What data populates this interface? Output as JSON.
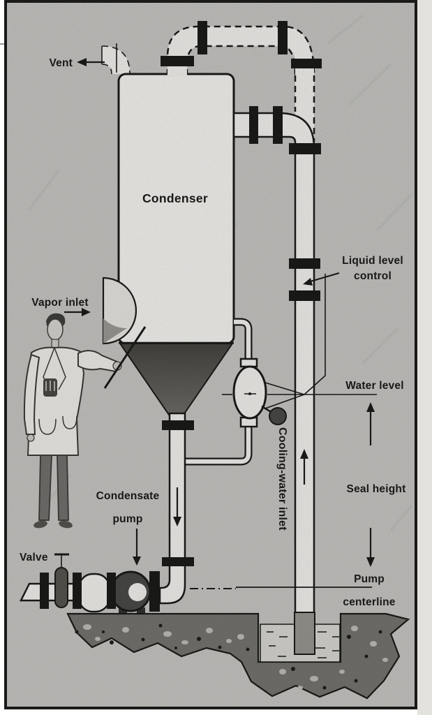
{
  "labels": {
    "vent": "Vent",
    "condenser": "Condenser",
    "vapor_inlet": "Vapor inlet",
    "liquid_level_control_line1": "Liquid level",
    "liquid_level_control_line2": "control",
    "water_level": "Water level",
    "seal_height": "Seal height",
    "cooling_water_inlet": "Cooling-water inlet",
    "condensate_pump_line1": "Condensate",
    "condensate_pump_line2": "pump",
    "valve": "Valve",
    "pump_centerline_line1": "Pump",
    "pump_centerline_line2": "centerline"
  },
  "colors": {
    "paper": "#c7c6c3",
    "ink": "#1b1b19",
    "pipe_fill": "#f2f1ee",
    "vessel_fill": "#f5f4f1",
    "concrete": "#75746f",
    "water": "#d8d7d2",
    "metal_dark": "#4a4a48",
    "figure_coat": "#efeeea",
    "figure_trousers": "#72716e"
  }
}
